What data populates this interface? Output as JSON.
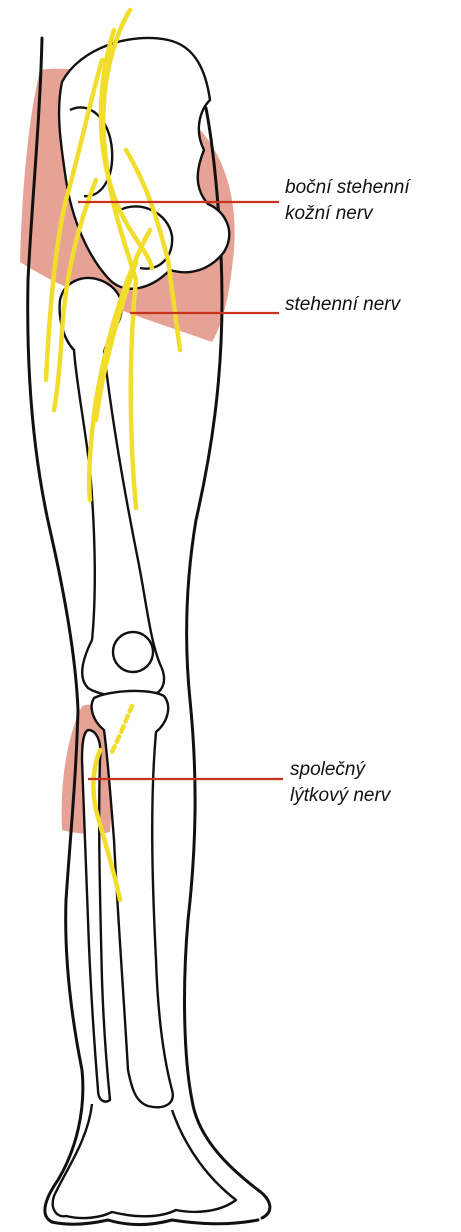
{
  "labels": {
    "lateral_femoral_cutaneous": [
      "boční stehenní",
      "kožní nerv"
    ],
    "femoral": [
      "stehenní nerv"
    ],
    "common_peroneal": [
      "společný",
      "lýtkový nerv"
    ]
  },
  "colors": {
    "highlight": "#e3998a",
    "nerve": "#f2dc2c",
    "pointer_line": "#c8331e",
    "outline": "#111111",
    "background": "#ffffff"
  }
}
